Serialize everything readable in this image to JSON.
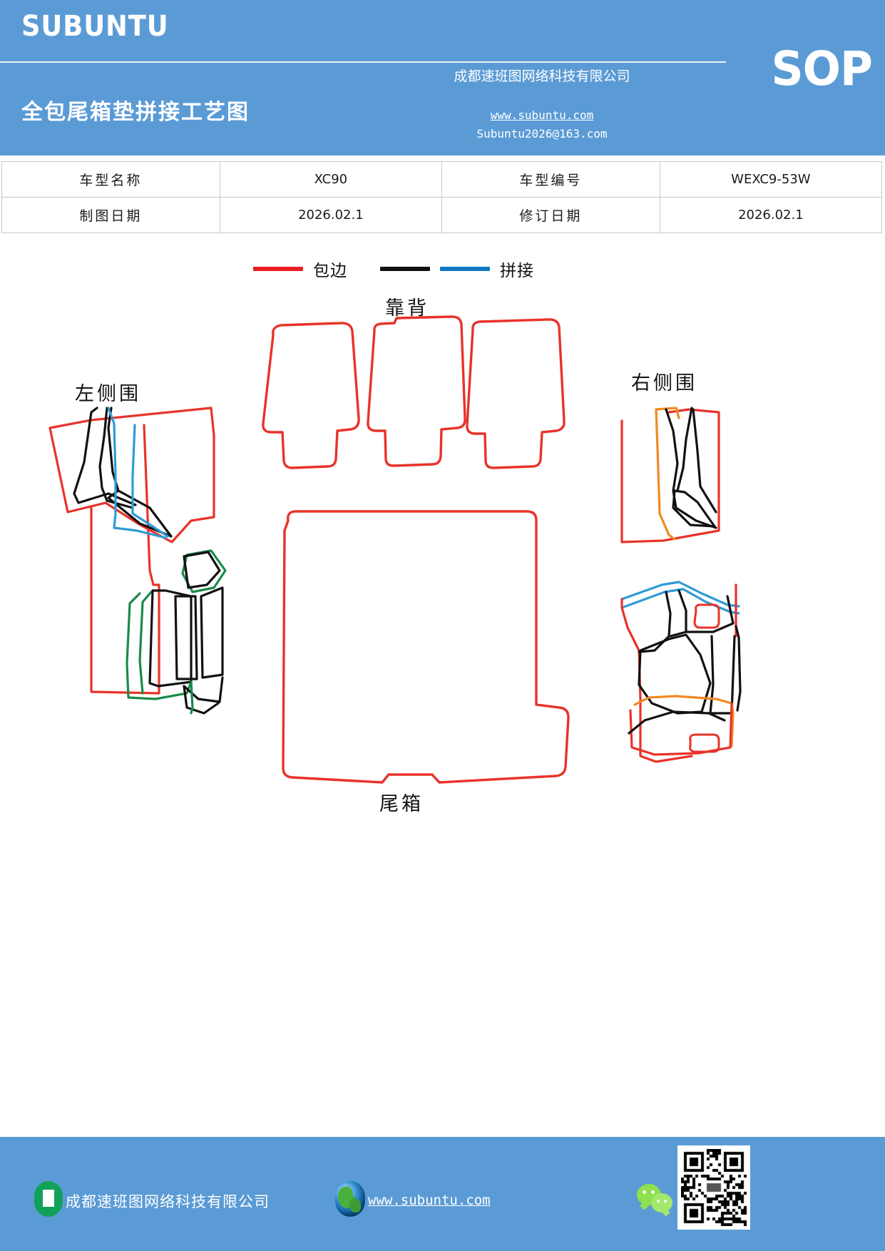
{
  "header": {
    "brand": "SUBUNTU",
    "doc_title": "全包尾箱垫拼接工艺图",
    "company": "成都速班图网络科技有限公司",
    "url": "www.subuntu.com",
    "email": "Subuntu2026@163.com",
    "doc_type": "SOP"
  },
  "info_table": {
    "rows": [
      {
        "k1": "车型名称",
        "v1": "XC90",
        "k2": "车型编号",
        "v2": "WEXC9-53W"
      },
      {
        "k1": "制图日期",
        "v1": "2026.02.1",
        "k2": "修订日期",
        "v2": "2026.02.1"
      }
    ]
  },
  "legend": {
    "items": [
      {
        "label": "包边",
        "color": "#ED1C24"
      },
      {
        "label": "拼接",
        "color": "#111111",
        "color2": "#1179C4"
      }
    ],
    "binding_label": "包边",
    "splice_label": "拼接"
  },
  "drawing": {
    "labels": {
      "left_side": "左侧围",
      "seat_back": "靠背",
      "right_side": "右侧围",
      "trunk": "尾箱"
    },
    "colors": {
      "binding_red": "#E8332A",
      "splice_black": "#111111",
      "splice_blue": "#2E9BD6",
      "accent_green": "#1A8A4A",
      "accent_orange": "#F08A22"
    }
  },
  "footer": {
    "company": "成都速班图网络科技有限公司",
    "url": "www.subuntu.com",
    "icons": {
      "building": "building-icon",
      "globe": "globe-icon",
      "wechat": "wechat-icon",
      "qr": "qr-code"
    }
  }
}
